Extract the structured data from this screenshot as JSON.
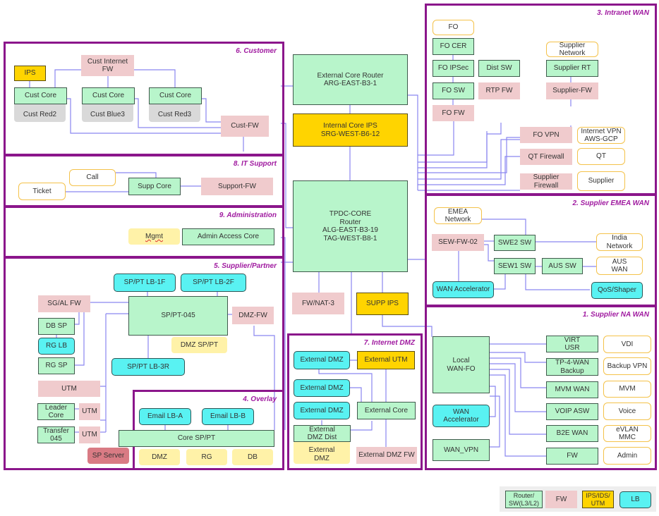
{
  "zones": {
    "customer": "6. Customer",
    "it_support": "8. IT Support",
    "administration": "9. Administration",
    "supplier_partner": "5. Supplier/Partner",
    "overlay": "4. Overlay",
    "internet_dmz": "7. Internet DMZ",
    "intranet_wan": "3. Intranet WAN",
    "supplier_emea_wan": "2. Supplier EMEA WAN",
    "supplier_na_wan": "1. Supplier NA WAN"
  },
  "customer": {
    "ips": "IPS",
    "internet_fw": "Cust Internet\nFW",
    "core1": "Cust Core",
    "core2": "Cust Core",
    "core3": "Cust Core",
    "red2": "Cust Red2",
    "blue3": "Cust Blue3",
    "red3": "Cust Red3",
    "cust_fw": "Cust-FW"
  },
  "it_support": {
    "call": "Call",
    "ticket": "Ticket",
    "supp_core": "Supp Core",
    "support_fw": "Support-FW"
  },
  "administration": {
    "mgmt": "Mgmt",
    "admin_core": "Admin Access Core"
  },
  "supplier_partner": {
    "lb_1f": "SP/PT LB-1F",
    "lb_2f": "SP/PT LB-2F",
    "sgal_fw": "SG/AL FW",
    "sppt_045": "SP/PT-045",
    "dmz_fw": "DMZ-FW",
    "db_sp": "DB SP",
    "rg_lb": "RG LB",
    "rg_sp": "RG SP",
    "dmz_sppt": "DMZ SP/PT",
    "lb_3r": "SP/PT LB-3R",
    "utm_main": "UTM",
    "leader_core": "Leader\nCore",
    "utm_leader": "UTM",
    "transfer_045": "Transfer\n045",
    "utm_transfer": "UTM",
    "sp_server": "SP Server"
  },
  "overlay": {
    "email_lb_a": "Email LB-A",
    "email_lb_b": "Email LB-B",
    "core_sppt": "Core SP/PT",
    "dmz": "DMZ",
    "rg": "RG",
    "db": "DB"
  },
  "core": {
    "external_router": "External Core Router\nARG-EAST-B3-1",
    "internal_ips": "Internal Core IPS\nSRG-WEST-B6-12",
    "tpdc_core": "TPDC-CORE\nRouter\nALG-EAST-B3-19\nTAG-WEST-B8-1",
    "fw_nat": "FW/NAT-3",
    "supp_ips": "SUPP IPS"
  },
  "internet_dmz": {
    "ext_dmz1": "External DMZ",
    "ext_utm": "External UTM",
    "ext_dmz2": "External DMZ",
    "ext_dmz3": "External DMZ",
    "ext_core": "External Core",
    "ext_dmz_dist": "External\nDMZ Dist",
    "ext_dmz_tag": "External\nDMZ",
    "ext_dmz_fw": "External DMZ FW"
  },
  "intranet_wan": {
    "fo": "FO",
    "fo_cer": "FO CER",
    "fo_ipsec": "FO IPSec",
    "dist_sw": "Dist SW",
    "fo_sw": "FO SW",
    "rtp_fw": "RTP FW",
    "fo_fw": "FO FW",
    "supplier_network": "Supplier\nNetwork",
    "supplier_rt": "Supplier RT",
    "supplier_fw": "Supplier-FW",
    "fo_vpn": "FO VPN",
    "internet_vpn": "Internet VPN\nAWS-GCP",
    "qt_firewall": "QT Firewall",
    "qt": "QT",
    "supplier_firewall": "Supplier\nFirewall",
    "supplier": "Supplier"
  },
  "supplier_emea_wan": {
    "emea_network": "EMEA\nNetwork",
    "sew_fw_02": "SEW-FW-02",
    "swe2_sw": "SWE2 SW",
    "india_network": "India\nNetwork",
    "sew1_sw": "SEW1 SW",
    "aus_sw": "AUS SW",
    "aus_wan": "AUS\nWAN",
    "wan_accelerator": "WAN Accelerator",
    "qos_shaper": "QoS/Shaper"
  },
  "supplier_na_wan": {
    "local_wan_fo": "Local\nWAN-FO",
    "wan_accelerator": "WAN\nAccelerator",
    "wan_vpn": "WAN_VPN",
    "virt_usr": "VIRT\nUSR",
    "vdi": "VDI",
    "tp4_wan": "TP-4-WAN\nBackup",
    "backup_vpn": "Backup VPN",
    "mvm_wan": "MVM WAN",
    "mvm": "MVM",
    "voip_asw": "VOIP ASW",
    "voice": "Voice",
    "b2e_wan": "B2E WAN",
    "evlan_mmc": "eVLAN\nMMC",
    "fw": "FW",
    "admin": "Admin"
  },
  "legend": {
    "router_sw": "Router/\nSW(L3/L2)",
    "fw": "FW",
    "ips_ids_utm": "IPS/IDS/\nUTM",
    "lb": "LB"
  },
  "colors": {
    "zone_border": "#8b168b",
    "zone_title": "#a01aa0",
    "router": "#b8f5cb",
    "firewall": "#f0cbcd",
    "ips": "#ffd400",
    "lb": "#59f2f2",
    "external": "#f4c24a",
    "link": "#8a86f0"
  }
}
